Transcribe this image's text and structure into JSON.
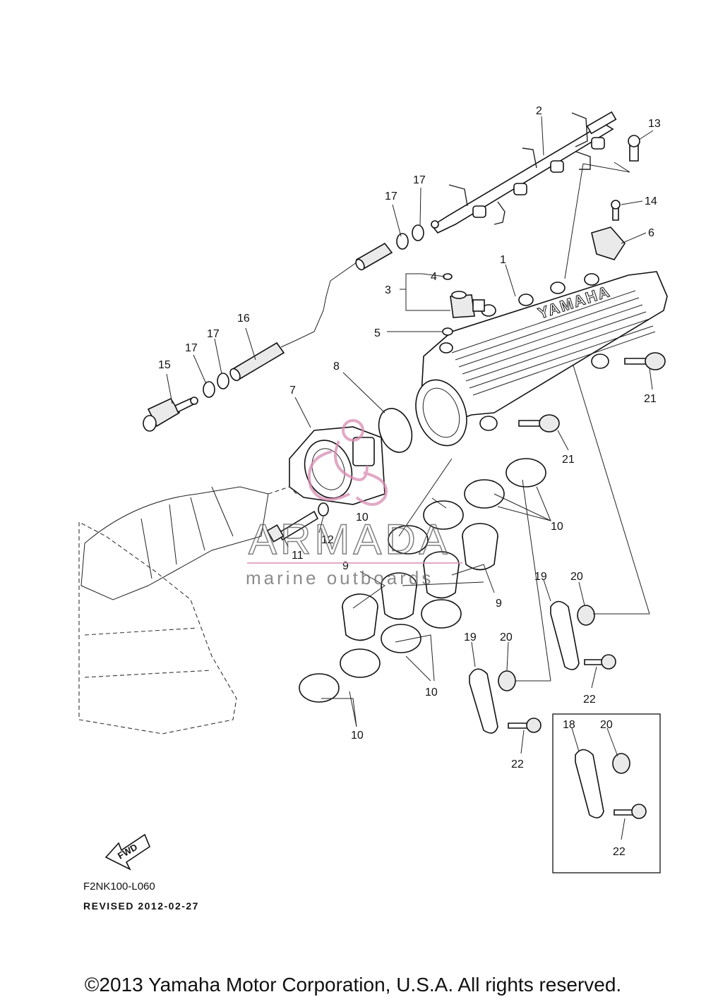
{
  "callouts": {
    "c1": "1",
    "c2": "2",
    "c3": "3",
    "c4": "4",
    "c5": "5",
    "c6": "6",
    "c7": "7",
    "c8": "8",
    "c9": "9",
    "c10": "10",
    "c11": "11",
    "c12": "12",
    "c13": "13",
    "c14": "14",
    "c15": "15",
    "c16": "16",
    "c17": "17",
    "c18": "18",
    "c19": "19",
    "c20": "20",
    "c21": "21",
    "c22": "22"
  },
  "manifold_emboss": "YAMAHA",
  "fwd_label": "FWD",
  "watermark": {
    "brand": "ARMADA",
    "sub": "marine outboards"
  },
  "diagram_code": "F2NK100-L060",
  "revised": "REVISED 2012-02-27",
  "copyright": "©2013 Yamaha Motor Corporation, U.S.A. All rights reserved."
}
